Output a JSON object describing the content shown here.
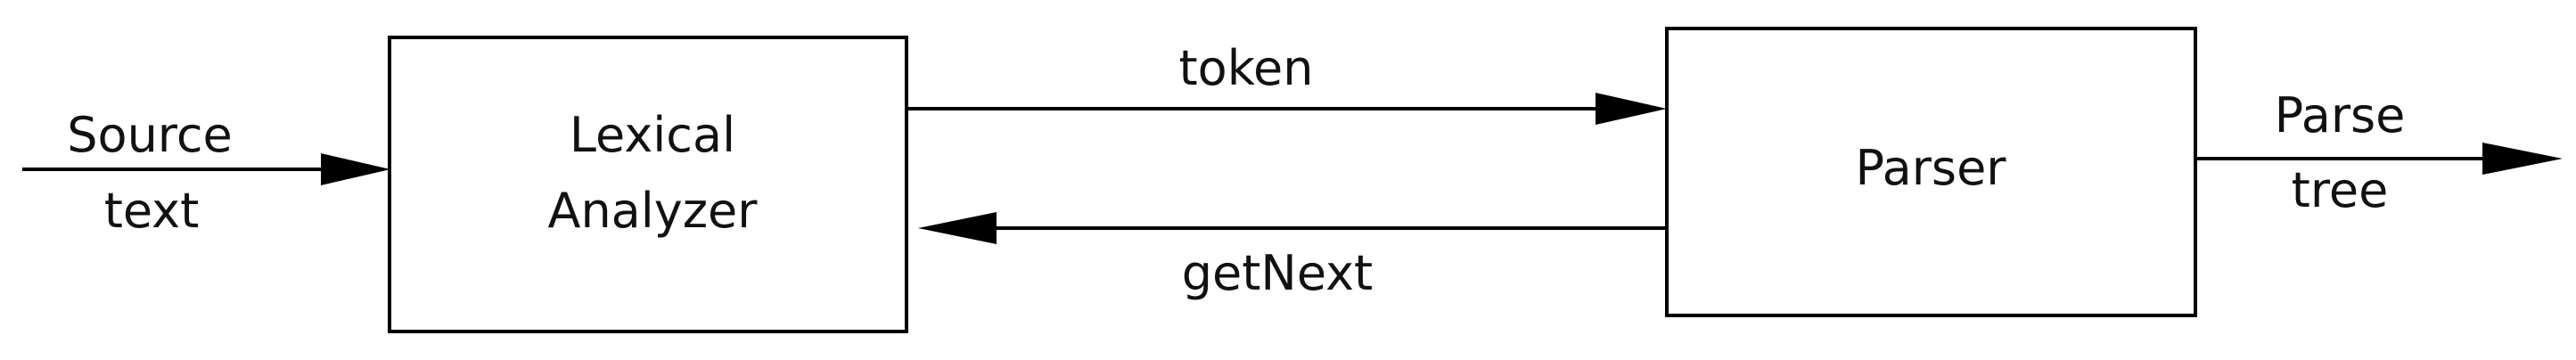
{
  "diagram": {
    "input": {
      "line1": "Source",
      "line2": "text"
    },
    "lexer": {
      "line1": "Lexical",
      "line2": "Analyzer"
    },
    "parser": {
      "label": "Parser"
    },
    "token_edge": {
      "label": "token"
    },
    "getnext_edge": {
      "label": "getNext"
    },
    "output": {
      "line1": "Parse",
      "line2": "tree"
    },
    "colors": {
      "stroke": "#000000",
      "text": "#111111",
      "background": "#ffffff"
    }
  }
}
